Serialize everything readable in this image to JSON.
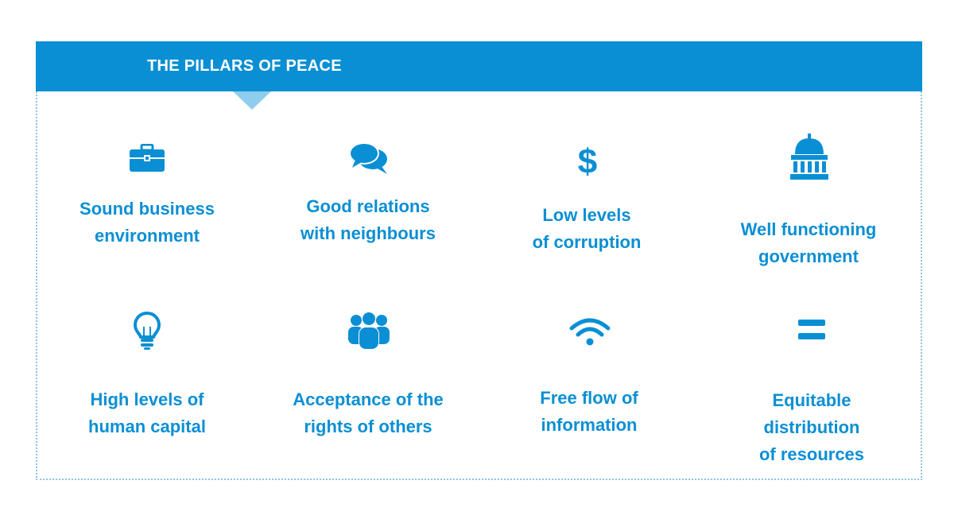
{
  "title": "THE PILLARS OF PEACE",
  "colors": {
    "accent": "#0a8fd4",
    "pointer": "#8fcdef",
    "border": "#8fc4e6"
  },
  "pillars": [
    {
      "icon": "briefcase-icon",
      "lines": [
        "Sound business",
        "environment"
      ]
    },
    {
      "icon": "speech-bubbles-icon",
      "lines": [
        "Good relations",
        "with neighbours"
      ]
    },
    {
      "icon": "dollar-sign-icon",
      "lines": [
        "Low levels",
        "of corruption"
      ]
    },
    {
      "icon": "capitol-building-icon",
      "lines": [
        "Well functioning",
        "government"
      ]
    },
    {
      "icon": "lightbulb-icon",
      "lines": [
        "High levels of",
        "human capital"
      ]
    },
    {
      "icon": "people-group-icon",
      "lines": [
        "Acceptance of the",
        "rights of others"
      ]
    },
    {
      "icon": "wifi-icon",
      "lines": [
        "Free flow of",
        "information"
      ]
    },
    {
      "icon": "equals-icon",
      "lines": [
        "Equitable",
        "distribution",
        "of resources"
      ]
    }
  ]
}
